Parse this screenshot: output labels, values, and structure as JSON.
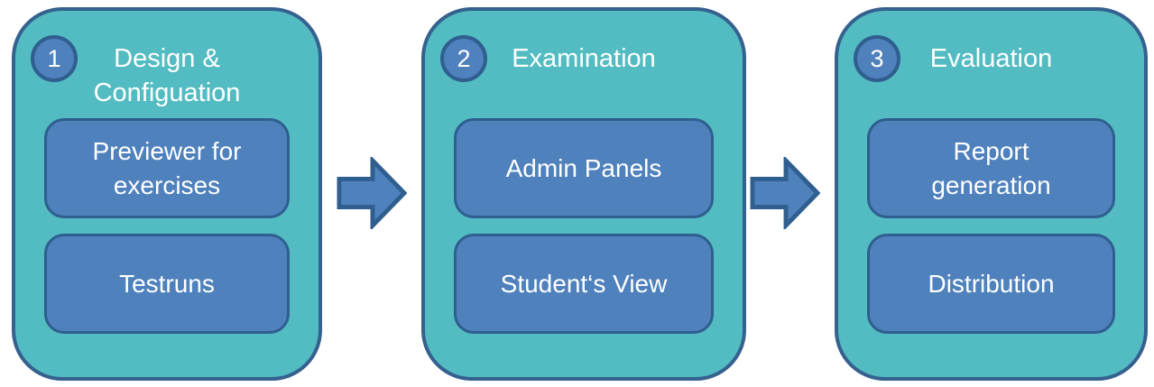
{
  "diagram": {
    "type": "process-flow",
    "stages": [
      {
        "number": "1",
        "title": "Design & Configuation",
        "items": [
          "Previewer for exercises",
          "Testruns"
        ]
      },
      {
        "number": "2",
        "title": "Examination",
        "items": [
          "Admin Panels",
          "Student‘s View"
        ]
      },
      {
        "number": "3",
        "title": "Evaluation",
        "items": [
          "Report generation",
          "Distribution"
        ]
      }
    ],
    "colors": {
      "background": "#FFFFFF",
      "panel_fill": "#52BCC2",
      "panel_border": "#35618F",
      "box_fill": "#4F81BD",
      "box_border": "#2F5E8F",
      "arrow_fill": "#4F81BD",
      "arrow_border": "#2F5E8F",
      "text": "#FFFFFF"
    }
  }
}
